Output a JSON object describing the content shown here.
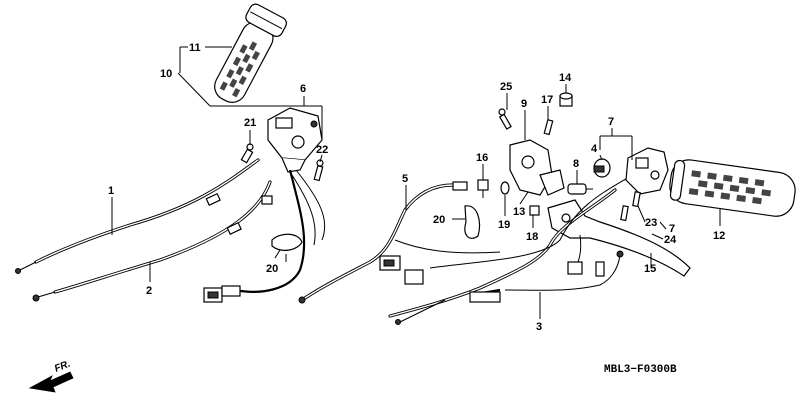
{
  "diagram": {
    "drawing_code": "MBL3−F0300B",
    "direction_label": "FR.",
    "callouts": [
      "11",
      "10",
      "6",
      "21",
      "22",
      "1",
      "2",
      "20",
      "25",
      "14",
      "9",
      "17",
      "16",
      "5",
      "20",
      "19",
      "13",
      "18",
      "8",
      "7",
      "4",
      "23",
      "7",
      "24",
      "15",
      "12",
      "3"
    ]
  }
}
